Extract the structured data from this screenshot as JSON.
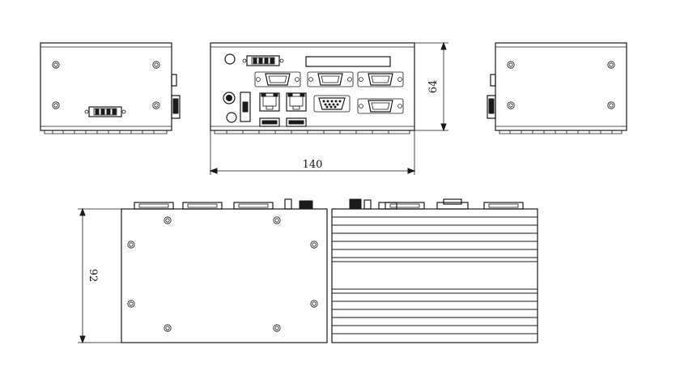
{
  "dimensions": {
    "width_label": "140",
    "height_label": "64",
    "depth_label": "92"
  },
  "views": [
    "left-side-view",
    "front-io-view",
    "right-side-view",
    "bottom-view",
    "top-view"
  ]
}
